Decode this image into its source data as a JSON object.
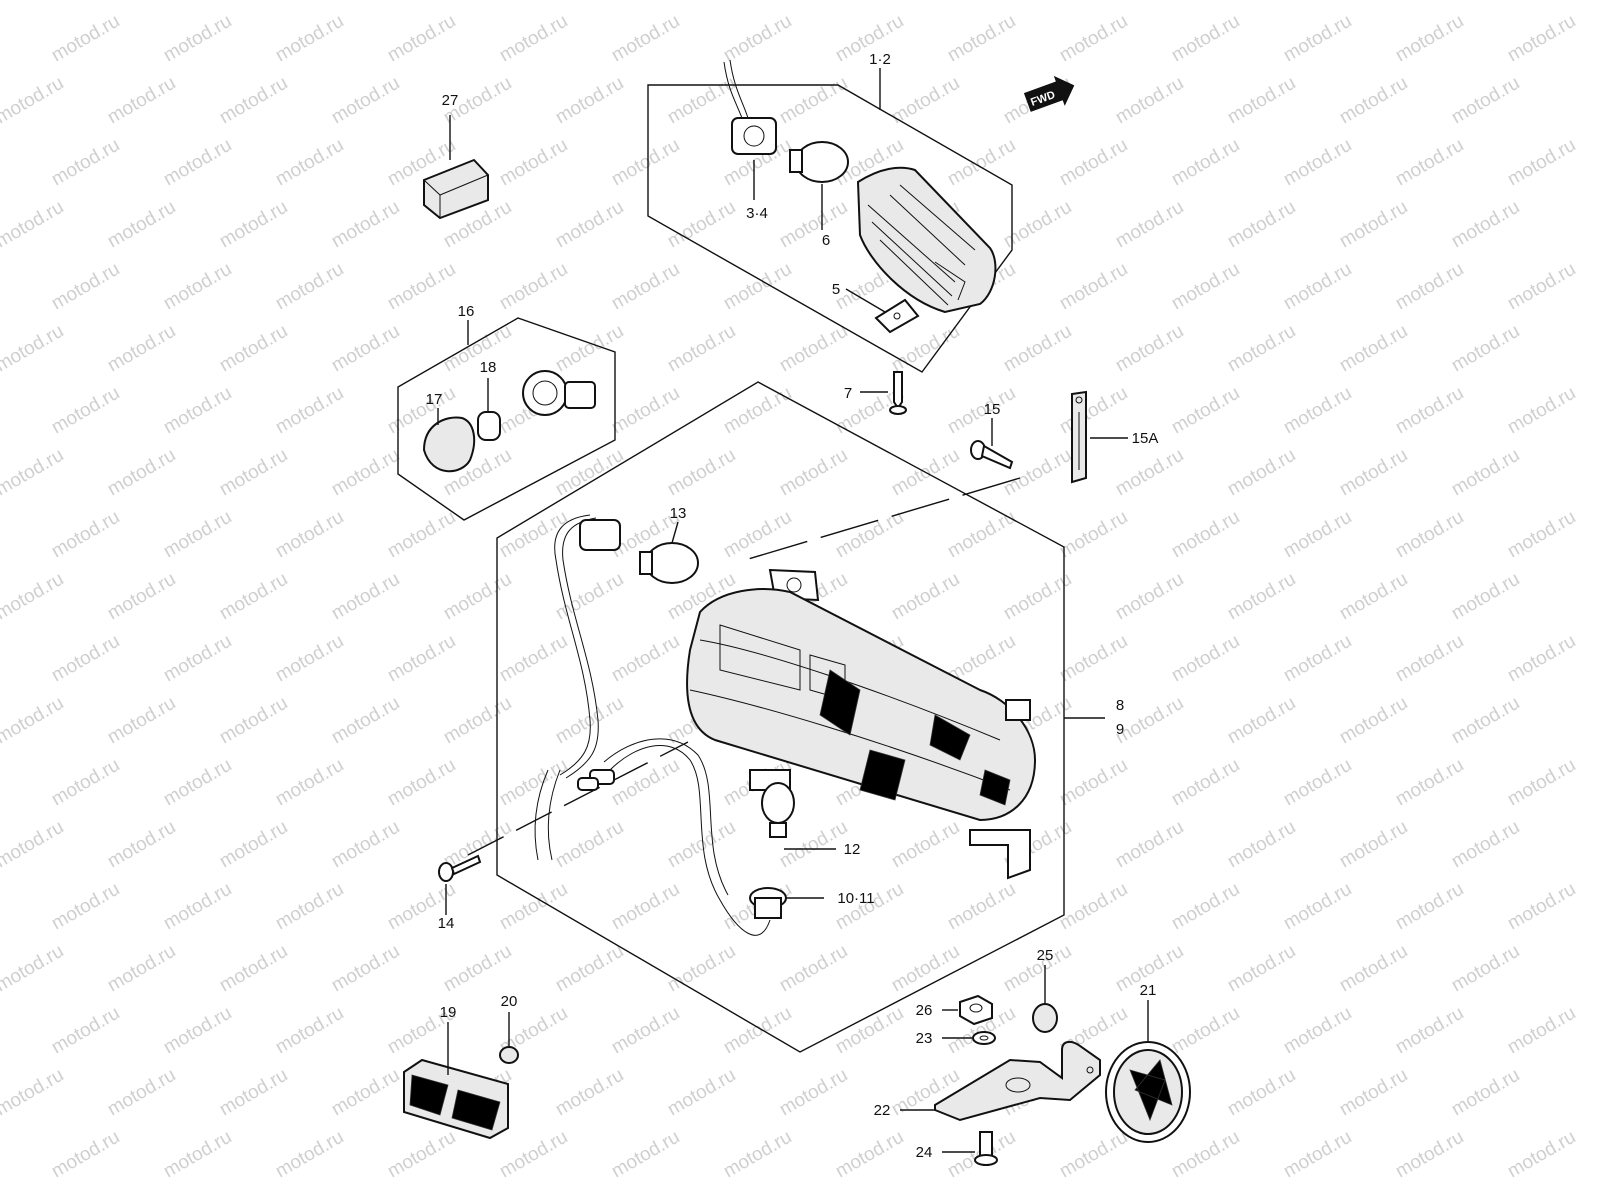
{
  "watermark": {
    "text": "motod.ru"
  },
  "fwd_badge": {
    "text": "FWD"
  },
  "callouts": [
    {
      "id": "c1",
      "text": "1·2"
    },
    {
      "id": "c2",
      "text": "3·4"
    },
    {
      "id": "c3",
      "text": "6"
    },
    {
      "id": "c4",
      "text": "5"
    },
    {
      "id": "c5",
      "text": "27"
    },
    {
      "id": "c6",
      "text": "16"
    },
    {
      "id": "c7",
      "text": "18"
    },
    {
      "id": "c8",
      "text": "17"
    },
    {
      "id": "c9",
      "text": "7"
    },
    {
      "id": "c10",
      "text": "15"
    },
    {
      "id": "c11",
      "text": "15A"
    },
    {
      "id": "c12",
      "text": "13"
    },
    {
      "id": "c13",
      "text": "8"
    },
    {
      "id": "c14",
      "text": "9"
    },
    {
      "id": "c15",
      "text": "12"
    },
    {
      "id": "c16",
      "text": "10·11"
    },
    {
      "id": "c17",
      "text": "14"
    },
    {
      "id": "c18",
      "text": "25"
    },
    {
      "id": "c19",
      "text": "26"
    },
    {
      "id": "c20",
      "text": "23"
    },
    {
      "id": "c21",
      "text": "21"
    },
    {
      "id": "c22",
      "text": "22"
    },
    {
      "id": "c23",
      "text": "24"
    },
    {
      "id": "c24",
      "text": "19"
    },
    {
      "id": "c25",
      "text": "20"
    }
  ]
}
